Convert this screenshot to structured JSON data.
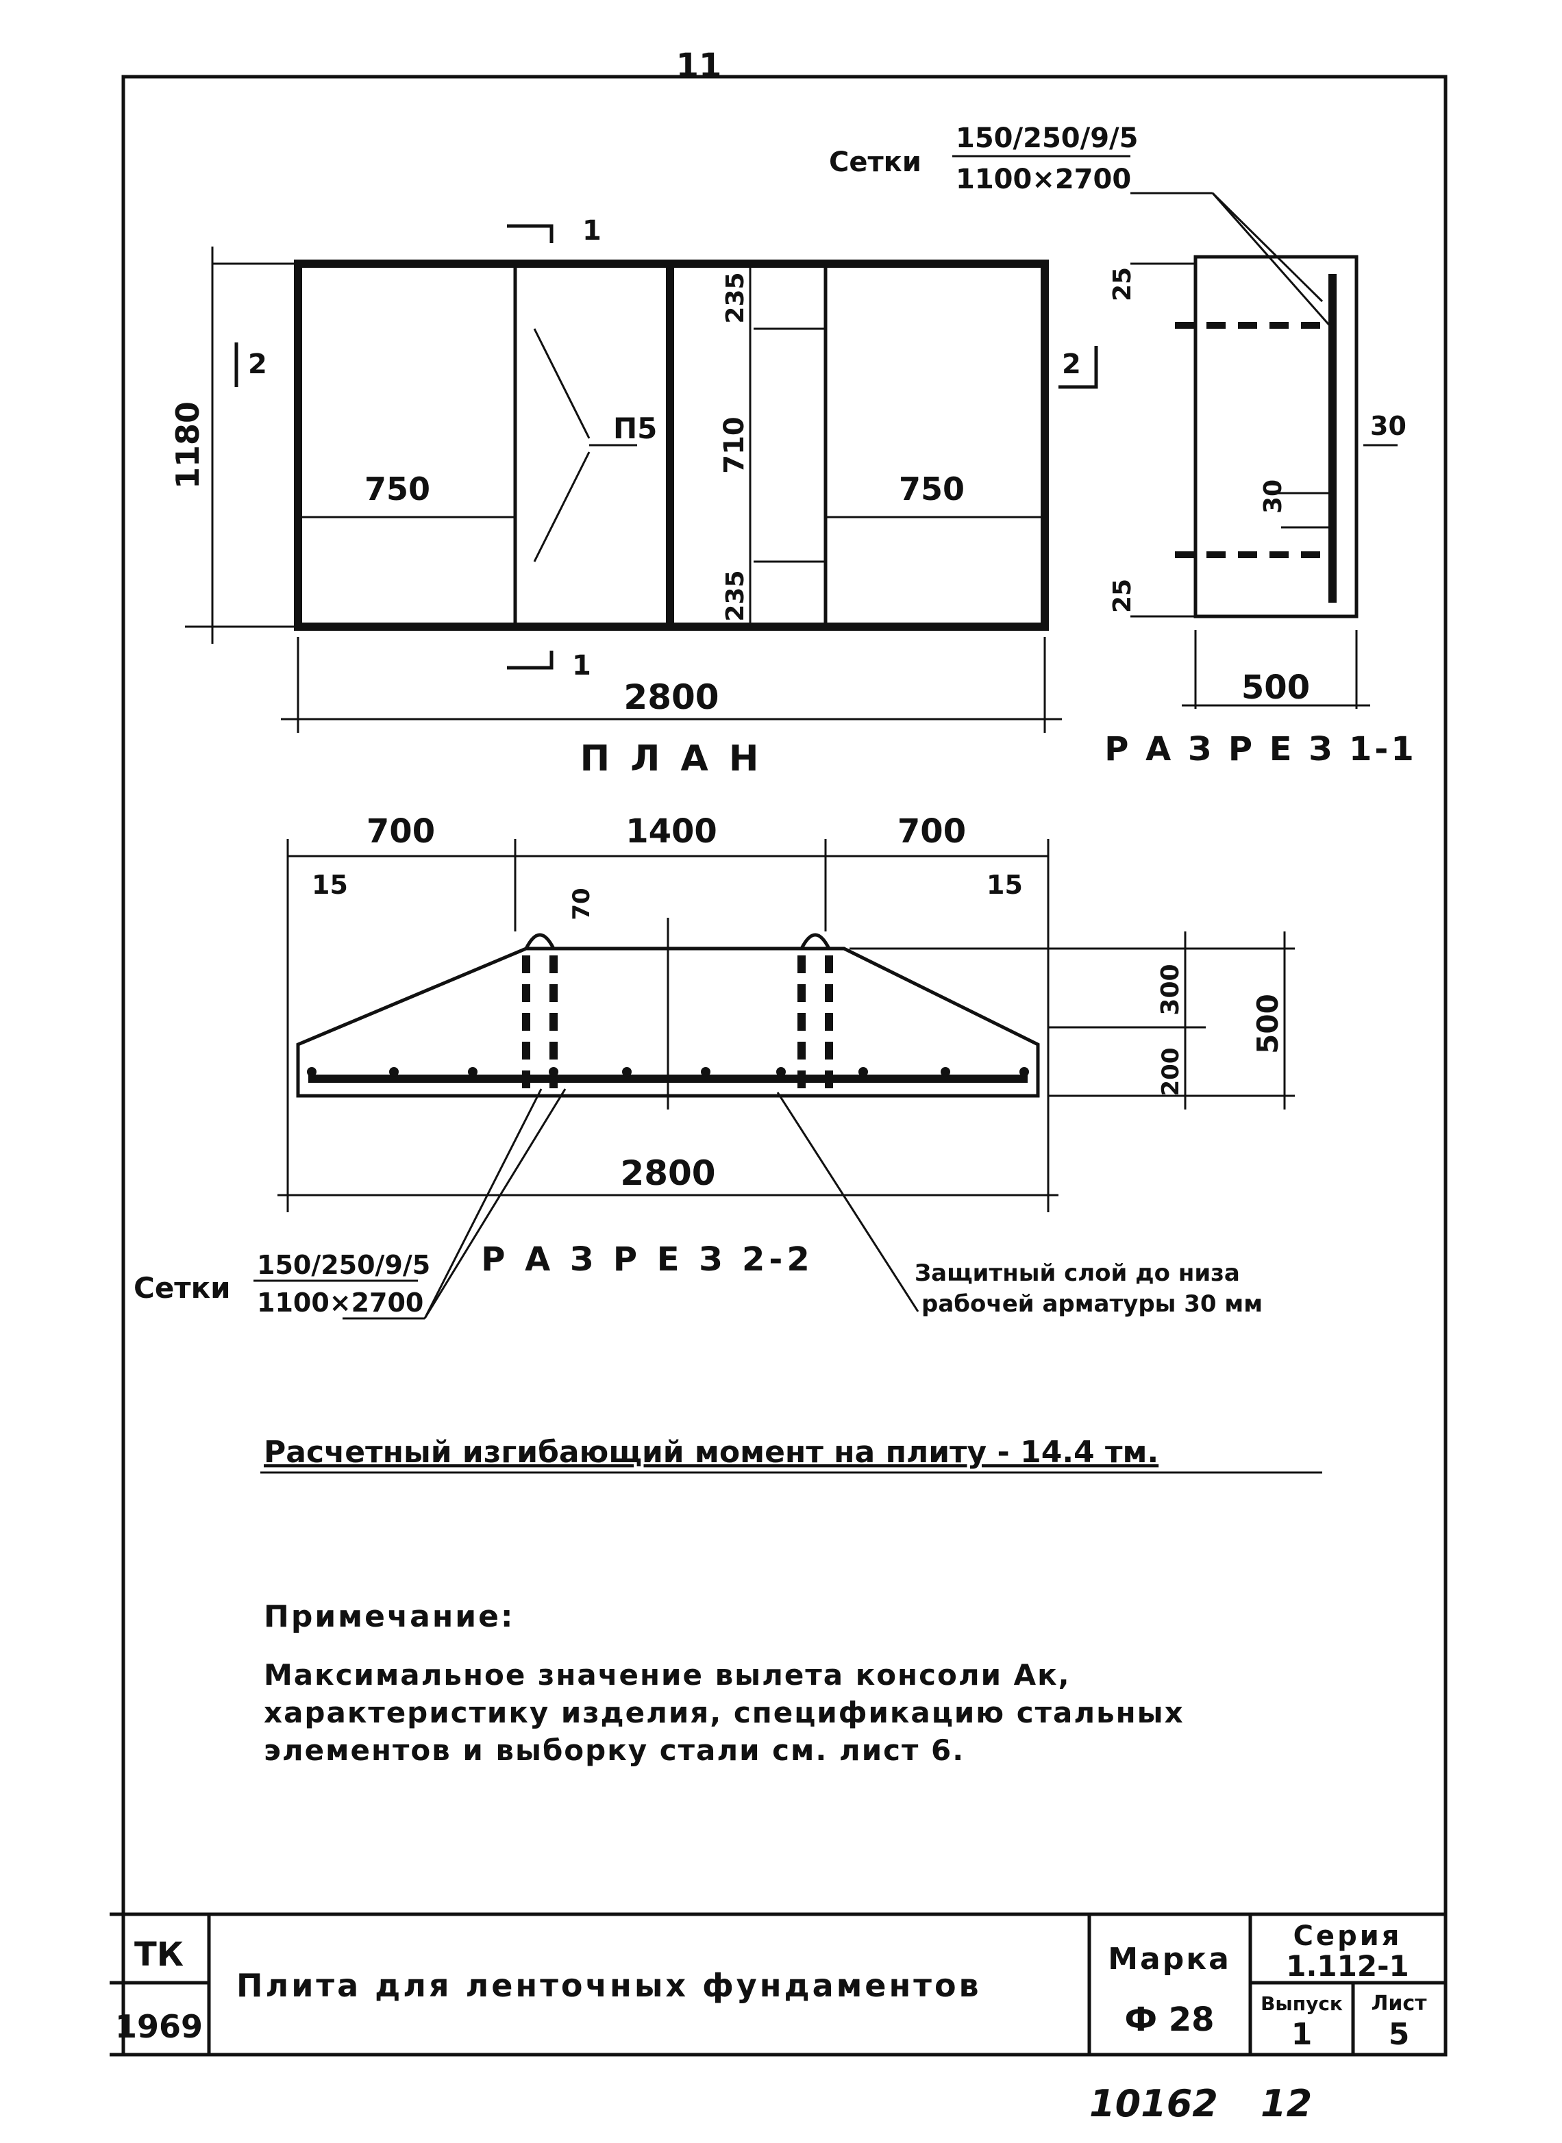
{
  "page_number": "11",
  "plan": {
    "title": "П Л А Н",
    "dim_width_total": "2800",
    "dim_left": "750",
    "dim_right": "750",
    "dim_height": "1180",
    "dim_top_offset": "235",
    "dim_mid": "710",
    "dim_bottom_offset": "235",
    "mark_p15": "П5",
    "cut_1_top": "1",
    "cut_1_bottom": "1",
    "cut_2_left": "2",
    "cut_2_right": "2"
  },
  "mesh_label_top": {
    "prefix": "Сетки",
    "numerator": "150/250/9/5",
    "denominator": "1100×2700"
  },
  "section_1_1": {
    "title": "Р А З Р Е З 1-1",
    "dim_top": "25",
    "dim_bottom": "25",
    "dim_right": "30",
    "dim_inner": "30",
    "dim_width": "500"
  },
  "section_2_2": {
    "title": "Р А З Р Е З 2-2",
    "dim_left": "700",
    "dim_mid": "1400",
    "dim_right": "700",
    "dim_edge_left": "15",
    "dim_edge_right": "15",
    "dim_loop": "70",
    "dim_300": "300",
    "dim_200": "200",
    "dim_500": "500",
    "dim_total": "2800"
  },
  "mesh_label_bottom": {
    "prefix": "Сетки",
    "numerator": "150/250/9/5",
    "denominator": "1100×2700"
  },
  "protective_layer_note": {
    "line1": "Защитный слой до низа",
    "line2": "рабочей арматуры 30 мм"
  },
  "bending_moment": "Расчетный изгибающий момент на плиту - 14.4 тм.",
  "note": {
    "title": "Примечание:",
    "line1": "Максимальное значение вылета консоли Ак,",
    "line2": "характеристику изделия, спецификацию стальных",
    "line3": "элементов и выборку стали см. лист 6."
  },
  "title_block": {
    "org": "ТК",
    "year": "1969",
    "name": "Плита для ленточных фундаментов",
    "mark_label": "Марка",
    "mark_value": "Ф 28",
    "series_label": "Серия",
    "series_value": "1.112-1",
    "issue_label": "Выпуск",
    "issue_value": "1",
    "sheet_label": "Лист",
    "sheet_value": "5"
  },
  "archive_number": "10162",
  "archive_sheet": "12"
}
